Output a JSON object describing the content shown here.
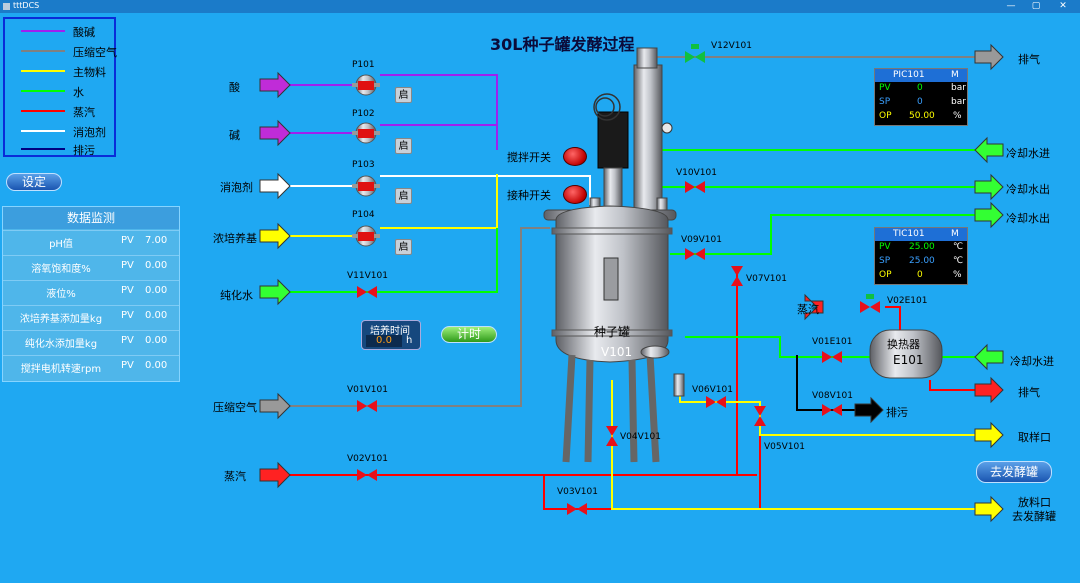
{
  "window": {
    "title": "tttDCS",
    "min": "—",
    "max": "▢",
    "close": "✕"
  },
  "legend": [
    {
      "label": "酸碱",
      "color": "#a020f0"
    },
    {
      "label": "压缩空气",
      "color": "#808080"
    },
    {
      "label": "主物料",
      "color": "#ffff00"
    },
    {
      "label": "水",
      "color": "#00ff00"
    },
    {
      "label": "蒸汽",
      "color": "#ff0000"
    },
    {
      "label": "消泡剂",
      "color": "#ffffff"
    },
    {
      "label": "排污",
      "color": "#000080"
    }
  ],
  "settings_button": "设定",
  "to_fermenter_button": "去发酵罐",
  "count_button": "计时",
  "title": "30L种子罐发酵过程",
  "data_monitor": {
    "title": "数据监测",
    "rows": [
      {
        "name": "pH值",
        "pv": "PV",
        "value": "7.00"
      },
      {
        "name": "溶氧饱和度%",
        "pv": "PV",
        "value": "0.00"
      },
      {
        "name": "液位%",
        "pv": "PV",
        "value": "0.00"
      },
      {
        "name": "浓培养基添加量kg",
        "pv": "PV",
        "value": "0.00"
      },
      {
        "name": "纯化水添加量kg",
        "pv": "PV",
        "value": "0.00"
      },
      {
        "name": "搅拌电机转速rpm",
        "pv": "PV",
        "value": "0.00"
      }
    ]
  },
  "culture_time": {
    "label": "培养时间",
    "value": "0.0",
    "unit": "h"
  },
  "inputs": {
    "acid": "酸",
    "base": "碱",
    "antifoam": "消泡剂",
    "medium": "浓培养基",
    "pure_water": "纯化水",
    "comp_air": "压缩空气",
    "steam": "蒸汽"
  },
  "pumps": {
    "p101": "P101",
    "p102": "P102",
    "p103": "P103",
    "p104": "P104",
    "start": "启"
  },
  "valves": {
    "v11": "V11V101",
    "v01": "V01V101",
    "v02": "V02V101",
    "v03": "V03V101",
    "v04": "V04V101",
    "v05": "V05V101",
    "v06": "V06V101",
    "v07": "V07V101",
    "v08": "V08V101",
    "v09": "V09V101",
    "v10": "V10V101",
    "v12": "V12V101",
    "v01e": "V01E101",
    "v02e": "V02E101"
  },
  "switches": {
    "stir": "搅拌开关",
    "inoculate": "接种开关"
  },
  "tank": {
    "name": "种子罐",
    "tag": "V101"
  },
  "exchanger": {
    "name": "换热器",
    "tag": "E101"
  },
  "outputs": {
    "exhaust1": "排气",
    "cw_in1": "冷却水进",
    "cw_out1": "冷却水出",
    "cw_out2": "冷却水出",
    "steam_e": "蒸汽",
    "cw_in2": "冷却水进",
    "exhaust2": "排气",
    "drain": "排污",
    "sample": "取样口",
    "discharge1": "放料口",
    "discharge2": "去发酵罐"
  },
  "pic101": {
    "title": "PIC101",
    "mode": "M",
    "rows": [
      {
        "k": "PV",
        "v": "0",
        "u": "bar",
        "c": "#00ff00"
      },
      {
        "k": "SP",
        "v": "0",
        "u": "bar",
        "c": "#3aa0ff"
      },
      {
        "k": "OP",
        "v": "50.00",
        "u": "%",
        "c": "#ffff00"
      }
    ]
  },
  "tic101": {
    "title": "TIC101",
    "mode": "M",
    "rows": [
      {
        "k": "PV",
        "v": "25.00",
        "u": "℃",
        "c": "#00ff00"
      },
      {
        "k": "SP",
        "v": "25.00",
        "u": "℃",
        "c": "#3aa0ff"
      },
      {
        "k": "OP",
        "v": "0",
        "u": "%",
        "c": "#ffff00"
      }
    ]
  },
  "colors": {
    "bg": "#1fa8f2",
    "acid": "#a020f0",
    "air": "#808080",
    "feed": "#ffff00",
    "water": "#00ff00",
    "steam": "#ff0000",
    "antifoam": "#ffffff",
    "drain": "#000080"
  }
}
